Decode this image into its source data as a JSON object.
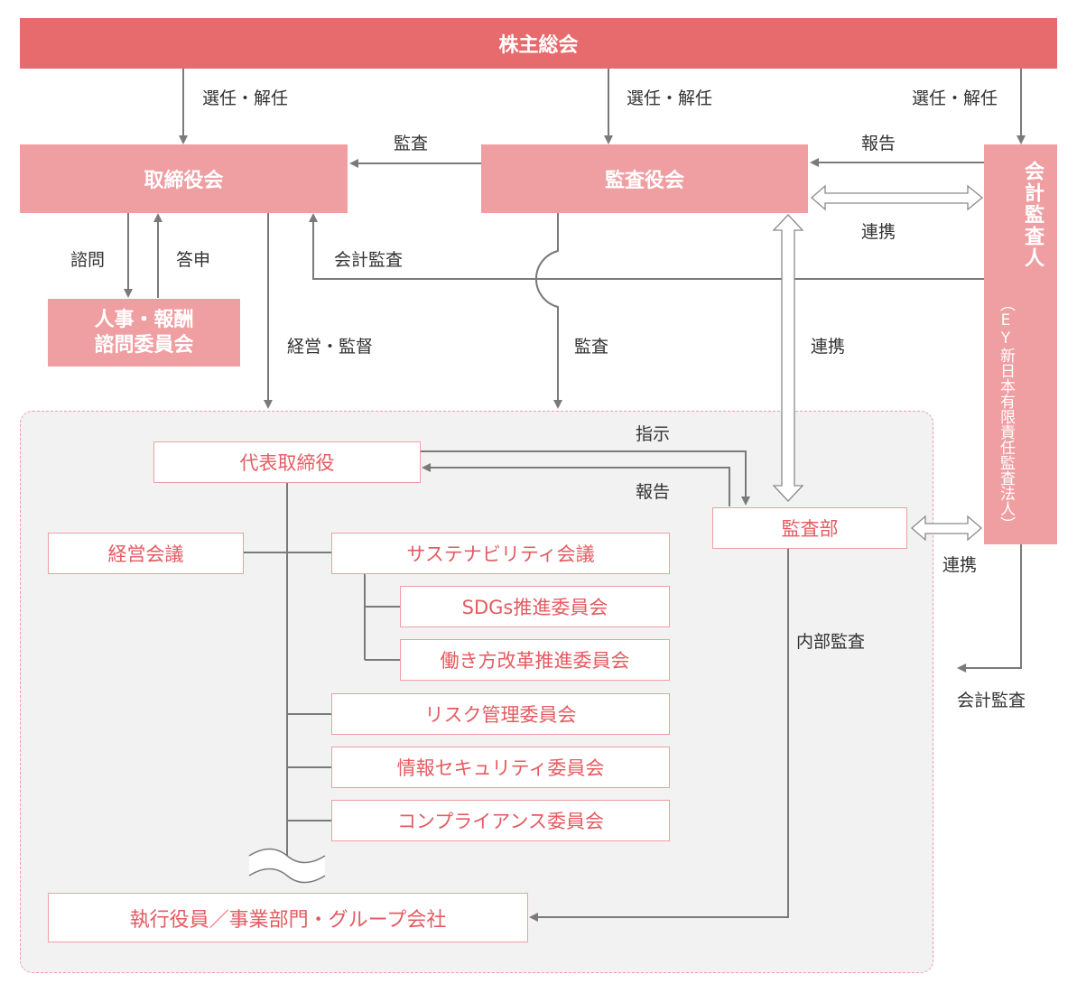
{
  "boxes": {
    "shareholders": "株主総会",
    "board": "取締役会",
    "audit_board": "監査役会",
    "hr_committee_line1": "人事・報酬",
    "hr_committee_line2": "諮問委員会",
    "accounting_auditor_title": "会計監査人",
    "accounting_auditor_sub": "（EY新日本有限責任監査法人）",
    "president": "代表取締役",
    "management_meeting": "経営会議",
    "sustainability_meeting": "サステナビリティ会議",
    "sdgs_committee": "SDGs推進委員会",
    "workstyle_committee": "働き方改革推進委員会",
    "risk_committee": "リスク管理委員会",
    "infosec_committee": "情報セキュリティ委員会",
    "compliance_committee": "コンプライアンス委員会",
    "executives": "執行役員／事業部門・グループ会社",
    "internal_audit_dept": "監査部"
  },
  "labels": {
    "appoint_dismiss_1": "選任・解任",
    "appoint_dismiss_2": "選任・解任",
    "appoint_dismiss_3": "選任・解任",
    "audit_to_board": "監査",
    "report_to_audit_board": "報告",
    "cooperation_top": "連携",
    "consult": "諮問",
    "reply": "答申",
    "accounting_audit_to_board": "会計監査",
    "management_supervision": "経営・監督",
    "audit_down": "監査",
    "cooperation_mid": "連携",
    "instruction": "指示",
    "report_to_president": "報告",
    "cooperation_right": "連携",
    "internal_audit": "内部監査",
    "accounting_audit_out": "会計監査"
  },
  "colors": {
    "top_bar": "#e76a6c",
    "box_fill": "#ef9ea2",
    "outline_text": "#e45b60",
    "arrow": "#7a7a7a",
    "region": "#f2f2f2"
  }
}
